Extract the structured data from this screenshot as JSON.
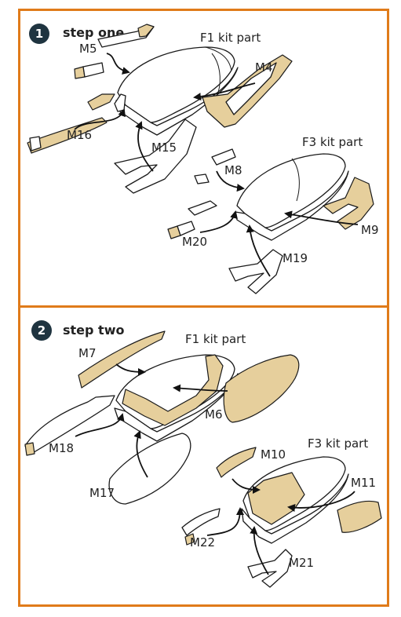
{
  "colors": {
    "frame": "#e07b1a",
    "mask": "#e6cf9c",
    "badge": "#1f3440"
  },
  "step1": {
    "number": "1",
    "title": "step one",
    "kit_part_a": "F1 kit part",
    "kit_part_b": "F3 kit part",
    "labels": {
      "m5": "M5",
      "m4": "M4",
      "m16": "M16",
      "m15": "M15",
      "m8": "M8",
      "m9": "M9",
      "m20": "M20",
      "m19": "M19"
    }
  },
  "step2": {
    "number": "2",
    "title": "step two",
    "kit_part_a": "F1 kit part",
    "kit_part_b": "F3 kit part",
    "labels": {
      "m7": "M7",
      "m6": "M6",
      "m18": "M18",
      "m17": "M17",
      "m10": "M10",
      "m11": "M11",
      "m22": "M22",
      "m21": "M21"
    }
  }
}
